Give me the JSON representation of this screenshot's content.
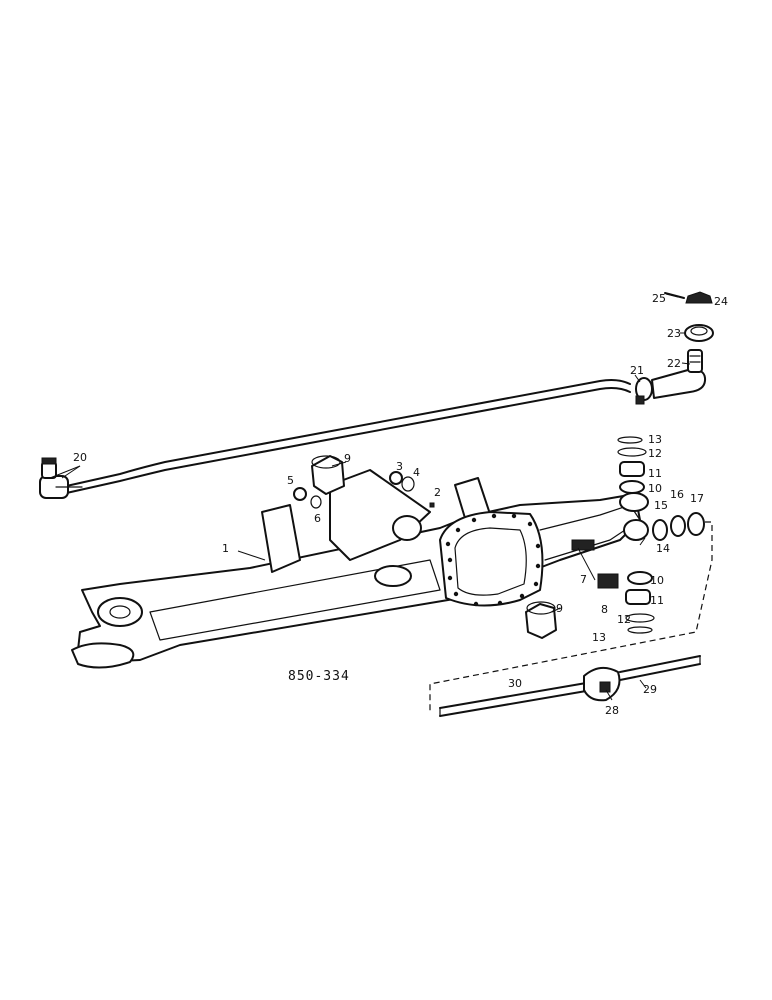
{
  "figure_number": "850-334",
  "parts": [
    {
      "id": "p1",
      "label": "1"
    },
    {
      "id": "p2",
      "label": "2"
    },
    {
      "id": "p3",
      "label": "3"
    },
    {
      "id": "p4",
      "label": "4"
    },
    {
      "id": "p5",
      "label": "5"
    },
    {
      "id": "p6",
      "label": "6"
    },
    {
      "id": "p7",
      "label": "7"
    },
    {
      "id": "p8",
      "label": "8"
    },
    {
      "id": "p9a",
      "label": "9"
    },
    {
      "id": "p9b",
      "label": "9"
    },
    {
      "id": "p10a",
      "label": "10"
    },
    {
      "id": "p10b",
      "label": "10"
    },
    {
      "id": "p11a",
      "label": "11"
    },
    {
      "id": "p11b",
      "label": "11"
    },
    {
      "id": "p12a",
      "label": "12"
    },
    {
      "id": "p12b",
      "label": "12"
    },
    {
      "id": "p13a",
      "label": "13"
    },
    {
      "id": "p13b",
      "label": "13"
    },
    {
      "id": "p14",
      "label": "14"
    },
    {
      "id": "p15",
      "label": "15"
    },
    {
      "id": "p16",
      "label": "16"
    },
    {
      "id": "p17",
      "label": "17"
    },
    {
      "id": "p20",
      "label": "20"
    },
    {
      "id": "p21",
      "label": "21"
    },
    {
      "id": "p22",
      "label": "22"
    },
    {
      "id": "p23",
      "label": "23"
    },
    {
      "id": "p24",
      "label": "24"
    },
    {
      "id": "p25",
      "label": "25"
    },
    {
      "id": "p28",
      "label": "28"
    },
    {
      "id": "p29",
      "label": "29"
    },
    {
      "id": "p30",
      "label": "30"
    }
  ]
}
